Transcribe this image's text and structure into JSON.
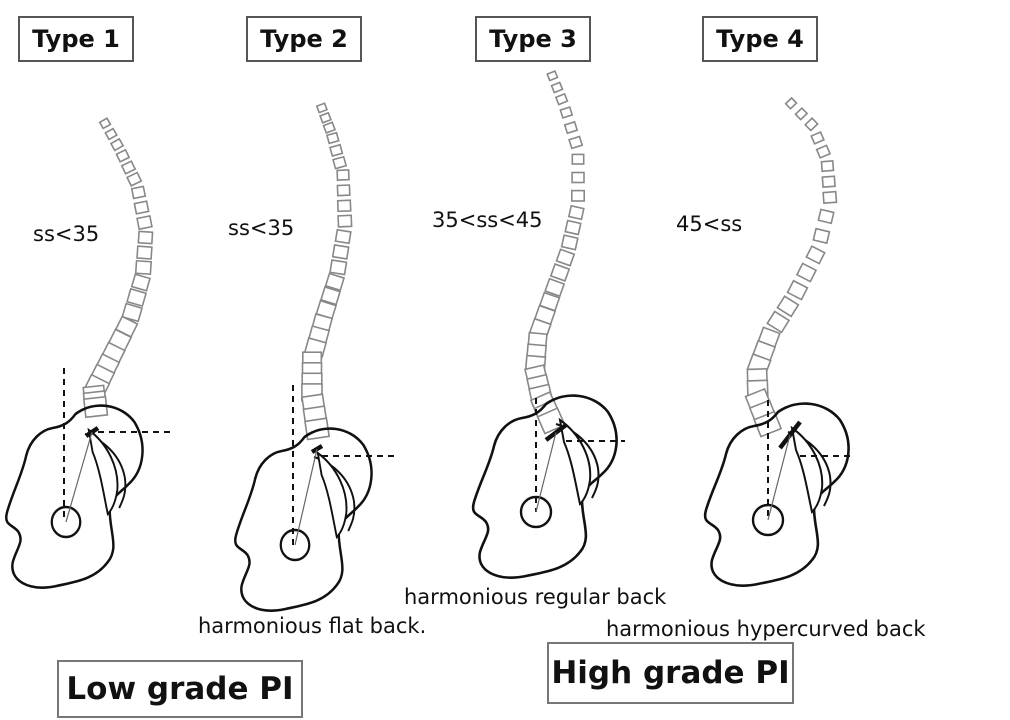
{
  "types": [
    {
      "label": "Type 1",
      "ss": "ss<35"
    },
    {
      "label": "Type 2",
      "ss": "ss<35"
    },
    {
      "label": "Type 3",
      "ss": "35<ss<45"
    },
    {
      "label": "Type 4",
      "ss": "45<ss"
    }
  ],
  "captions": {
    "flat": "harmonious flat back.",
    "regular": "harmonious regular back",
    "hypercurved": "harmonious hypercurved back"
  },
  "grades": {
    "low": "Low grade PI",
    "high": "High grade PI"
  },
  "colors": {
    "line": "#111111",
    "vertebra": "#888888"
  }
}
